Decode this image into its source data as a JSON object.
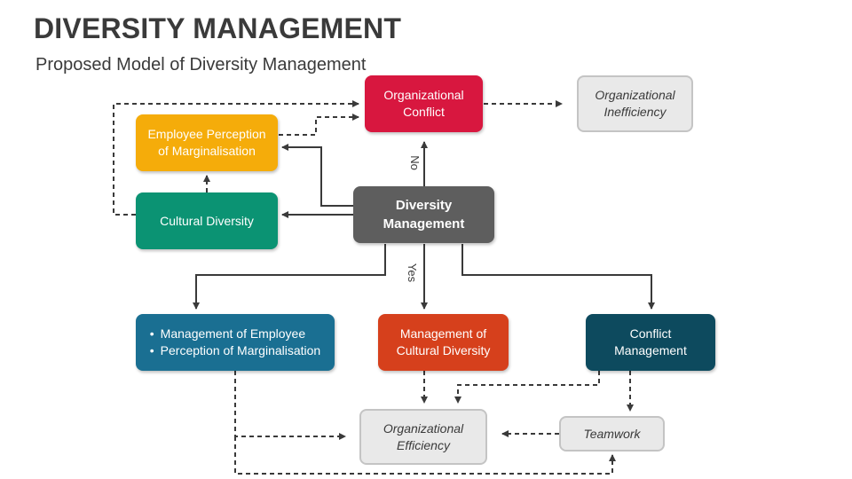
{
  "header": {
    "title": "DIVERSITY MANAGEMENT",
    "subtitle": "Proposed Model of Diversity Management"
  },
  "nodes": {
    "organizational_conflict": {
      "lines": [
        "Organizational",
        "Conflict"
      ],
      "color": "#d8173f"
    },
    "organizational_inefficiency": {
      "lines": [
        "Organizational",
        "Inefficiency"
      ],
      "color": "#e9e9e9"
    },
    "employee_perception": {
      "lines": [
        "Employee Perception",
        "of Marginalisation"
      ],
      "color": "#f5ac0a"
    },
    "cultural_diversity": {
      "lines": [
        "Cultural Diversity"
      ],
      "color": "#0b9373"
    },
    "diversity_management": {
      "lines": [
        "Diversity",
        "Management"
      ],
      "color": "#5e5e5e"
    },
    "management_employee": {
      "bullets": [
        "Management of Employee",
        "Perception of Marginalisation"
      ],
      "color": "#1a6f92"
    },
    "management_cultural": {
      "lines": [
        "Management of",
        "Cultural Diversity"
      ],
      "color": "#d6401c"
    },
    "conflict_management": {
      "lines": [
        "Conflict",
        "Management"
      ],
      "color": "#0d4a5e"
    },
    "organizational_efficiency": {
      "lines": [
        "Organizational",
        "Efficiency"
      ],
      "color": "#e9e9e9"
    },
    "teamwork": {
      "lines": [
        "Teamwork"
      ],
      "color": "#e9e9e9"
    }
  },
  "edge_labels": {
    "no": "No",
    "yes": "Yes"
  },
  "colors": {
    "connector": "#3a3a3a"
  }
}
